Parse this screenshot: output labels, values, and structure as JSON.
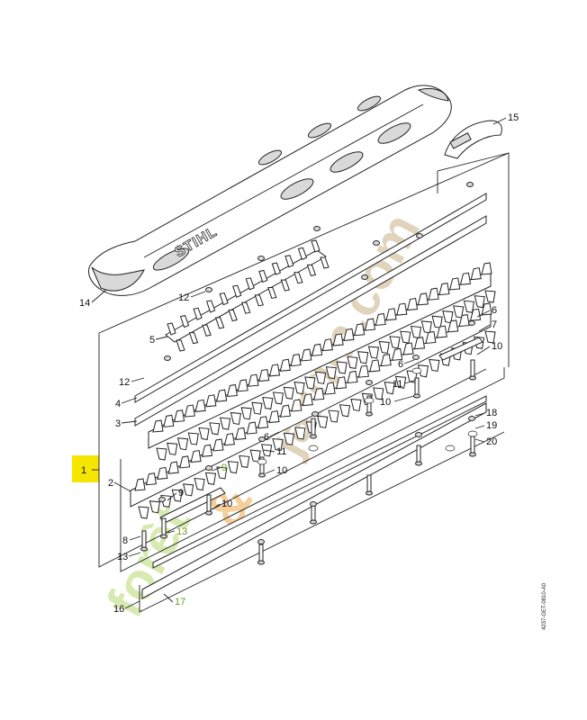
{
  "brand": "STIHL",
  "drawing_code": "4237-GET-0810-A0",
  "watermark": {
    "green": "forêt",
    "orange": "&",
    "grey": "jardin.com"
  },
  "callouts": [
    {
      "id": "c1",
      "text": "1"
    },
    {
      "id": "c2",
      "text": "2"
    },
    {
      "id": "c3",
      "text": "3"
    },
    {
      "id": "c4",
      "text": "4"
    },
    {
      "id": "c5",
      "text": "5"
    },
    {
      "id": "c6a",
      "text": "6"
    },
    {
      "id": "c6b",
      "text": "6"
    },
    {
      "id": "c6c",
      "text": "6"
    },
    {
      "id": "c7",
      "text": "7"
    },
    {
      "id": "c8",
      "text": "8"
    },
    {
      "id": "c9a",
      "text": "9"
    },
    {
      "id": "c9b",
      "text": "9"
    },
    {
      "id": "c10a",
      "text": "10"
    },
    {
      "id": "c10b",
      "text": "10"
    },
    {
      "id": "c10c",
      "text": "10"
    },
    {
      "id": "c10d",
      "text": "10"
    },
    {
      "id": "c11a",
      "text": "11"
    },
    {
      "id": "c11b",
      "text": "11"
    },
    {
      "id": "c12a",
      "text": "12"
    },
    {
      "id": "c12b",
      "text": "12"
    },
    {
      "id": "c13a",
      "text": "13"
    },
    {
      "id": "c13b",
      "text": "13"
    },
    {
      "id": "c14",
      "text": "14"
    },
    {
      "id": "c15",
      "text": "15"
    },
    {
      "id": "c16",
      "text": "16"
    },
    {
      "id": "c17",
      "text": "17"
    },
    {
      "id": "c18",
      "text": "18"
    },
    {
      "id": "c19",
      "text": "19"
    },
    {
      "id": "c20",
      "text": "20"
    }
  ],
  "highlight": {
    "color": "#f5e500",
    "label_ref": "c1"
  }
}
